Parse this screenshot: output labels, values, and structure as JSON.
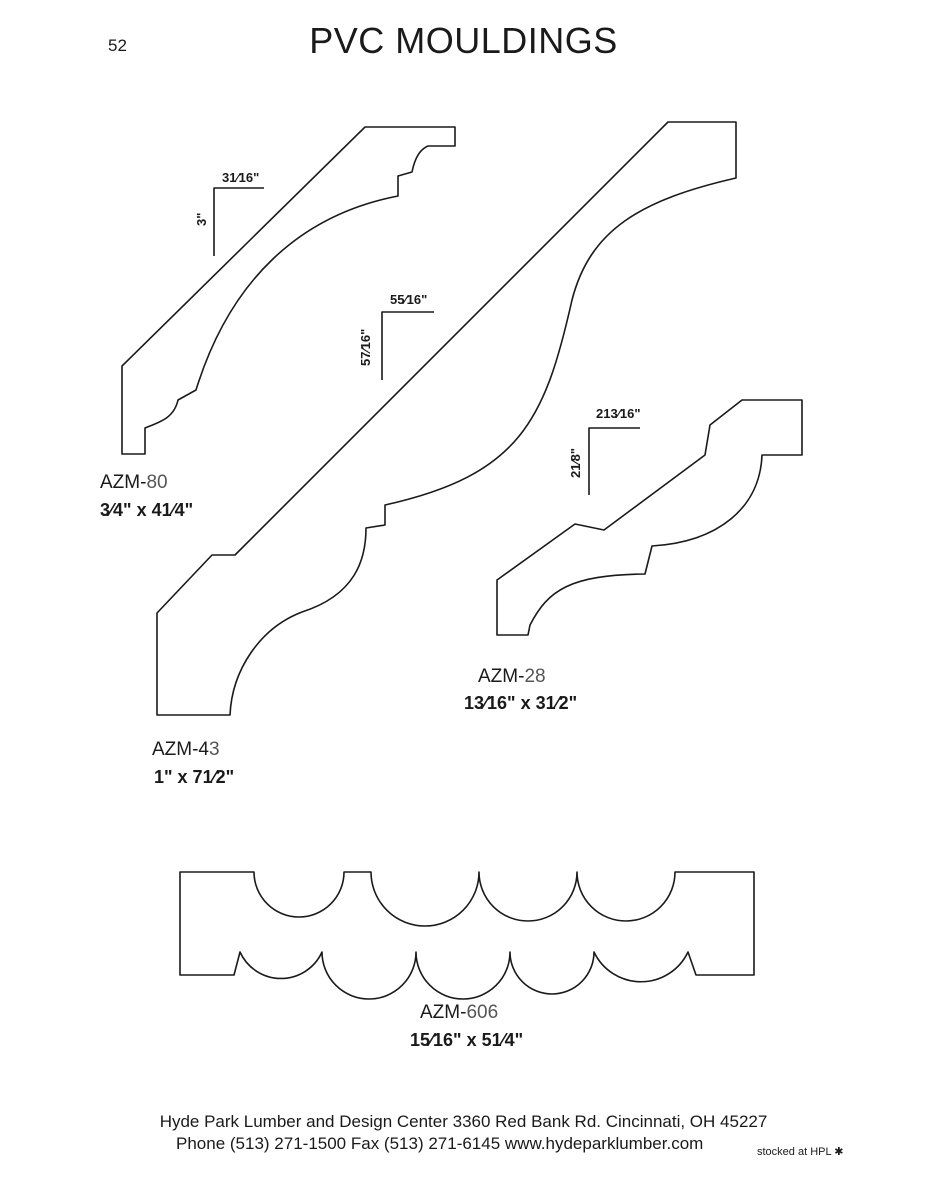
{
  "page_number": "52",
  "title": "PVC MOULDINGS",
  "products": [
    {
      "code_prefix": "AZM-",
      "code_suffix": "80",
      "size": "3⁄4\" x 41⁄4\"",
      "dims": {
        "horizontal": "31⁄16\"",
        "vertical": "3\""
      }
    },
    {
      "code_prefix": "AZM-4",
      "code_suffix": "3",
      "size": "1\" x 71⁄2\"",
      "dims": {
        "horizontal": "55⁄16\"",
        "vertical": "57⁄16\""
      }
    },
    {
      "code_prefix": "AZM-",
      "code_suffix": "28",
      "size": "13⁄16\" x 31⁄2\"",
      "dims": {
        "horizontal": "213⁄16\"",
        "vertical": "21⁄8\""
      }
    },
    {
      "code_prefix": "AZM-",
      "code_suffix": "606",
      "size": "15⁄16\" x 51⁄4\""
    }
  ],
  "footer": {
    "line1": "Hyde Park Lumber and Design Center  3360 Red Bank Rd.  Cincinnati, OH 45227",
    "line2": "Phone (513) 271-1500  Fax (513) 271-6145  www.hydeparklumber.com",
    "stock_note": "stocked at HPL",
    "stock_icon": "asterisk-icon"
  }
}
